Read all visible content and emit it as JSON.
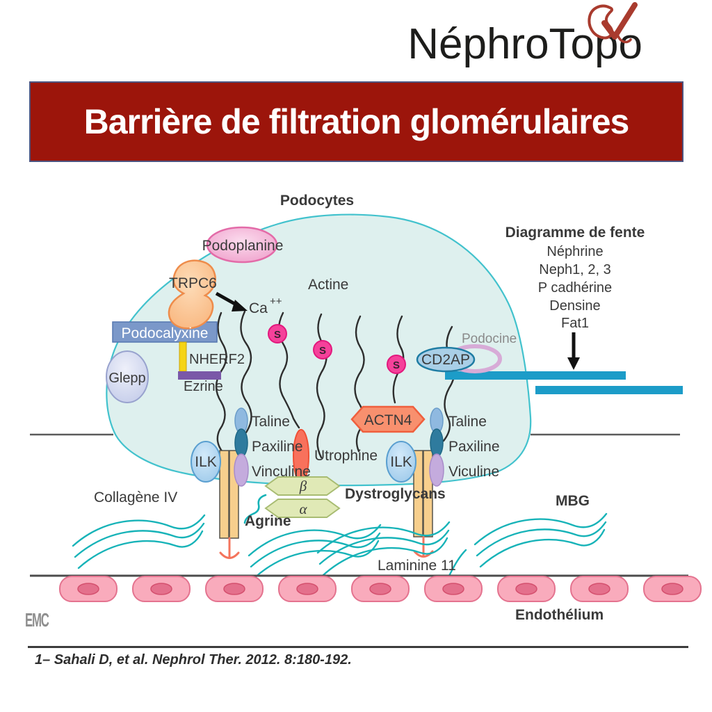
{
  "header": {
    "logo_text": "NéphroTopo"
  },
  "banner": {
    "title": "Barrière de filtration glomérulaires"
  },
  "diagram": {
    "podocytes": "Podocytes",
    "podoplanine": "Podoplanine",
    "trpc6": "TRPC6",
    "ca": "Ca",
    "ca_sup": "++",
    "actine": "Actine",
    "podocalyxine": "Podocalyxine",
    "nherf2": "NHERF2",
    "ezrine": "Ezrine",
    "glepp": "Glepp",
    "s_marker": "S",
    "podocine": "Podocine",
    "cd2ap": "CD2AP",
    "slit": {
      "title": "Diagramme de fente",
      "items": [
        "Néphrine",
        "Neph1, 2, 3",
        "P cadhérine",
        "Densine",
        "Fat1"
      ]
    },
    "actn4": "ACTN4",
    "ilk": "ILK",
    "taline": "Taline",
    "paxiline": "Paxiline",
    "vinculine": "Vinculine",
    "viculine": "Viculine",
    "utrophine": "Utrophine",
    "dystroglycans": "Dystroglycans",
    "beta": "β",
    "alpha": "α",
    "agrine": "Agrine",
    "collagene_iv": "Collagène IV",
    "mbg": "MBG",
    "laminine_11": "Laminine 11",
    "endothelium": "Endothélium",
    "watermark": "EMC"
  },
  "footer": {
    "citation": "1– Sahali D, et al. Nephrol Ther. 2012. 8:180-192."
  },
  "colors": {
    "banner_red": "#9c150b",
    "slit_bar_blue": "#1c9cc8",
    "cell_outline_teal": "#42c2cd",
    "fiber_teal": "#17b3b8",
    "logo_red": "#a93b2e"
  }
}
